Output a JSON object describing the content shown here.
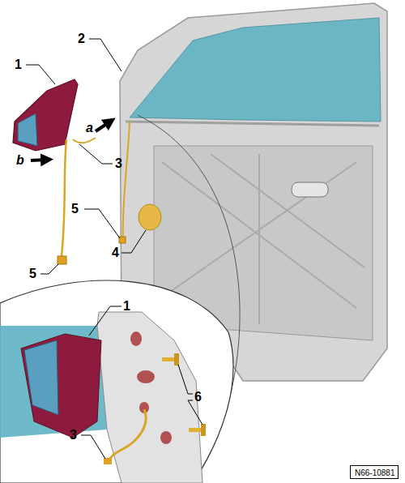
{
  "diagram": {
    "nodes": [
      {
        "text": [
          "N66-10881"
        ]
      }
    ],
    "labels": [
      "1",
      "2",
      "a",
      "b",
      "3",
      "5",
      "4",
      "5",
      "1",
      "3",
      "6"
    ]
  }
}
